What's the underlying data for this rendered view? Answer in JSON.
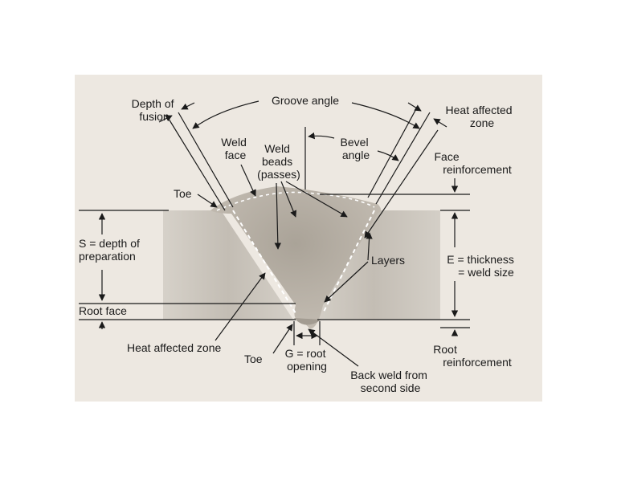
{
  "colors": {
    "panel": "#ede8e1",
    "plate": "#c9c4bc",
    "weld": "#b4ada3",
    "line": "#1a1a1a",
    "fusion_dash": "#ffffff"
  },
  "labels": {
    "depth_of_fusion": [
      "Depth of",
      "fusion"
    ],
    "groove_angle": "Groove angle",
    "heat_affected_zone_top": [
      "Heat affected",
      "zone"
    ],
    "weld_face": [
      "Weld",
      "face"
    ],
    "weld_beads": [
      "Weld",
      "beads",
      "(passes)"
    ],
    "bevel_angle": [
      "Bevel",
      "angle"
    ],
    "face_reinforcement": [
      "Face",
      "reinforcement"
    ],
    "toe_top": "Toe",
    "depth_of_preparation": [
      "S = depth of",
      "preparation"
    ],
    "layers": "Layers",
    "thickness": [
      "E = thickness",
      "= weld size"
    ],
    "root_face": "Root face",
    "heat_affected_zone_bottom": "Heat affected zone",
    "toe_bottom": "Toe",
    "root_opening": [
      "G = root",
      "opening"
    ],
    "root_reinforcement": [
      "Root",
      "reinforcement"
    ],
    "back_weld": [
      "Back weld from",
      "second side"
    ]
  }
}
